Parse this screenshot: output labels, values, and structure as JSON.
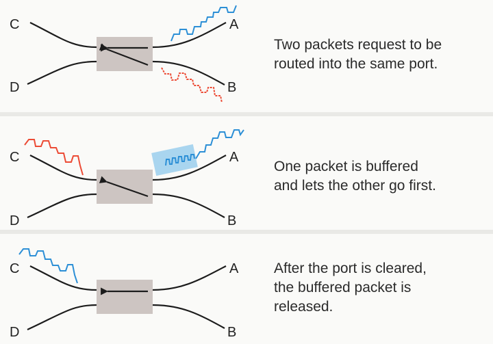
{
  "colors": {
    "wire": "#1c1c1c",
    "switch_box": "#cdc5c2",
    "packet_a": "#2c8fd6",
    "packet_b": "#ec4b35",
    "buffer": "#a9d5ef",
    "panel_bg": "#fafaf8",
    "separator": "#e9e9e6"
  },
  "ports": {
    "a": "A",
    "b": "B",
    "c": "C",
    "d": "D"
  },
  "panels": [
    {
      "caption": "Two packets request to be\nrouted into the same port.",
      "arrows": [
        "A-to-C",
        "B-to-C"
      ],
      "packet_a": "approaching on input A",
      "packet_b": "approaching on input B (dashed request)"
    },
    {
      "caption": "One packet is buffered\nand lets the other go first.",
      "arrows": [
        "B-to-C"
      ],
      "packet_a": "held in buffer on input A",
      "packet_b": "leaving through port C"
    },
    {
      "caption": "After the port is cleared,\nthe buffered packet is\nreleased.",
      "arrows": [
        "A-to-C"
      ],
      "packet_a": "leaving through port C"
    }
  ]
}
